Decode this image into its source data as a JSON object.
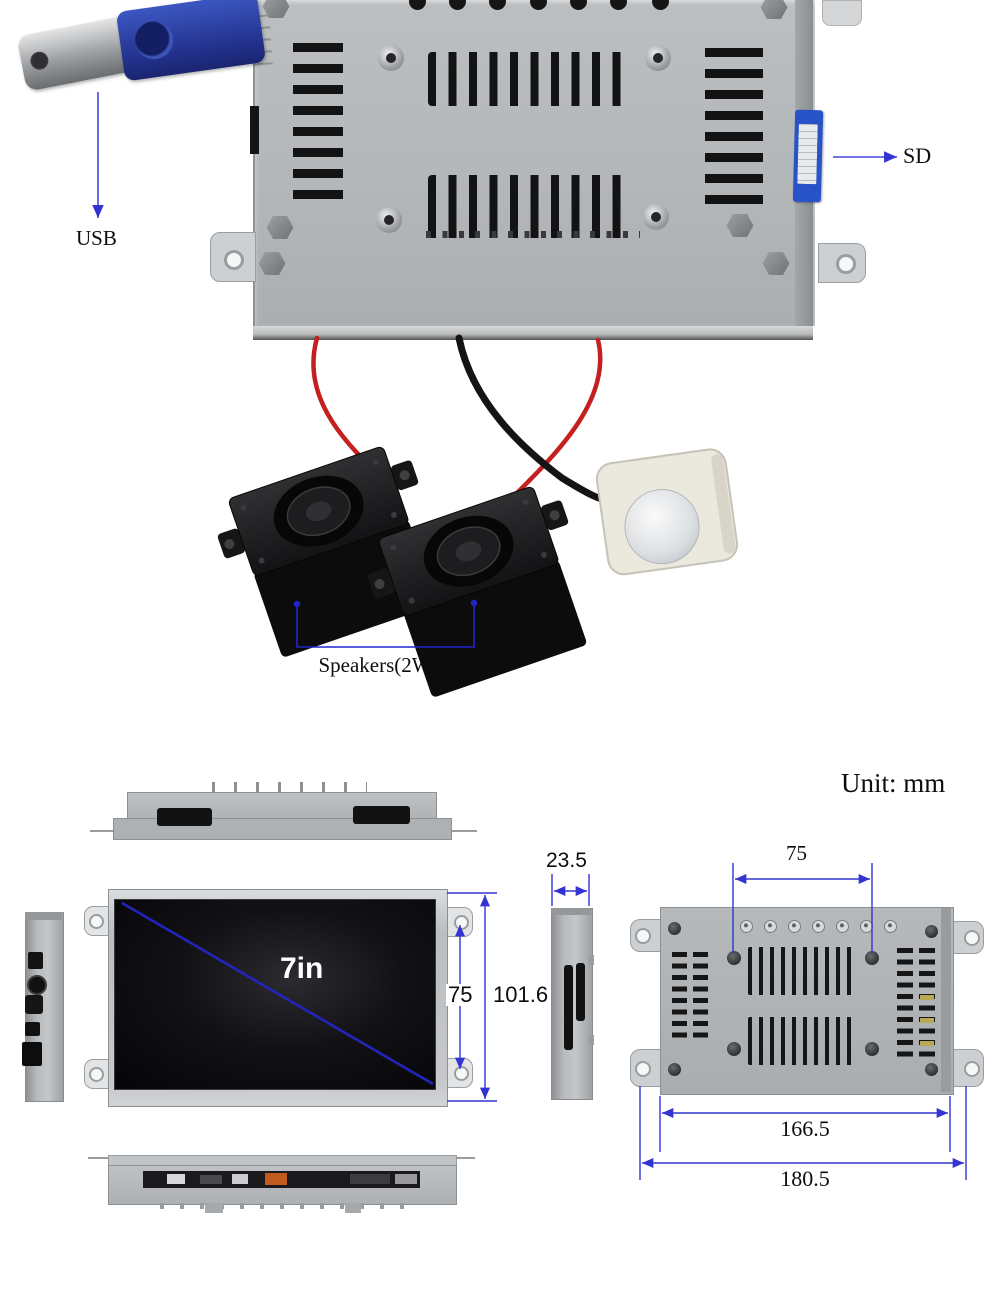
{
  "photo": {
    "usb_label": "USB",
    "sd_label": "SD",
    "speakers_label": "Speakers(2W*2)"
  },
  "diagram": {
    "unit_label": "Unit: mm",
    "front_view": {
      "screen_size": "7in",
      "vesa_vertical": "75",
      "height": "101.6"
    },
    "side_view": {
      "depth": "23.5"
    },
    "back_view": {
      "vesa_horizontal": "75",
      "body_width": "166.5",
      "total_width": "180.5"
    }
  },
  "colors": {
    "annotation_blue": "#3434d2",
    "wire_red": "#c42020",
    "wire_black": "#141414",
    "enclosure_gray": "#b4b7ba",
    "screen_black": "#0a0a0c",
    "usb_drive_blue": "#2c3f9e",
    "sd_card_blue": "#2853c8"
  }
}
